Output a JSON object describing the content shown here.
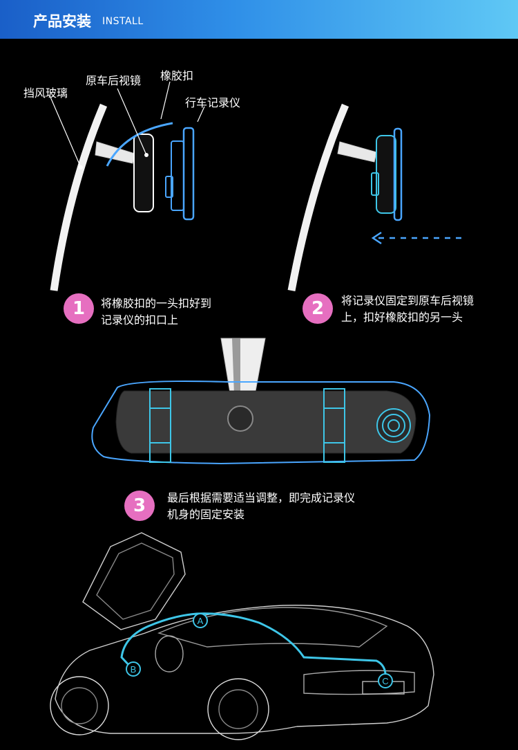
{
  "header": {
    "title": "产品安装",
    "subtitle": "INSTALL"
  },
  "diagram1": {
    "labels": {
      "windshield": "挡风玻璃",
      "original_mirror": "原车后视镜",
      "rubber_buckle": "橡胶扣",
      "recorder": "行车记录仪"
    }
  },
  "steps": [
    {
      "number": "1",
      "lines": [
        "将橡胶扣的一头扣好到",
        "记录仪的扣口上"
      ]
    },
    {
      "number": "2",
      "lines": [
        "将记录仪固定到原车后视镜",
        "上，扣好橡胶扣的另一头"
      ]
    },
    {
      "number": "3",
      "lines": [
        "最后根据需要适当调整，即完成记录仪",
        "机身的固定安装"
      ]
    }
  ],
  "car_markers": [
    "A",
    "B",
    "C"
  ],
  "colors": {
    "accent_pink": "#e66fc0",
    "line_blue": "#4aa6ff",
    "cable_cyan": "#3ec6e8"
  }
}
